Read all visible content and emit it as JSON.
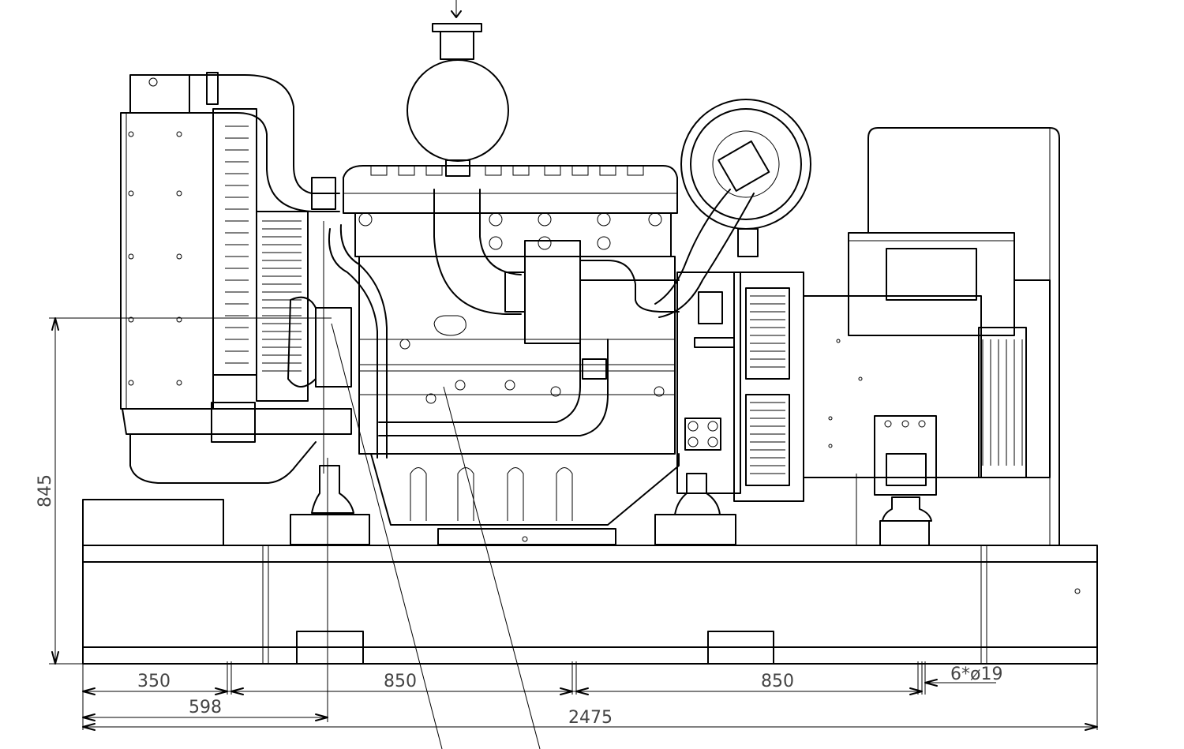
{
  "dimensions": {
    "height": "845",
    "offset_350": "350",
    "span_850_left": "850",
    "span_850_right": "850",
    "offset_598": "598",
    "total_length": "2475",
    "mount_holes": "6*ø19"
  }
}
